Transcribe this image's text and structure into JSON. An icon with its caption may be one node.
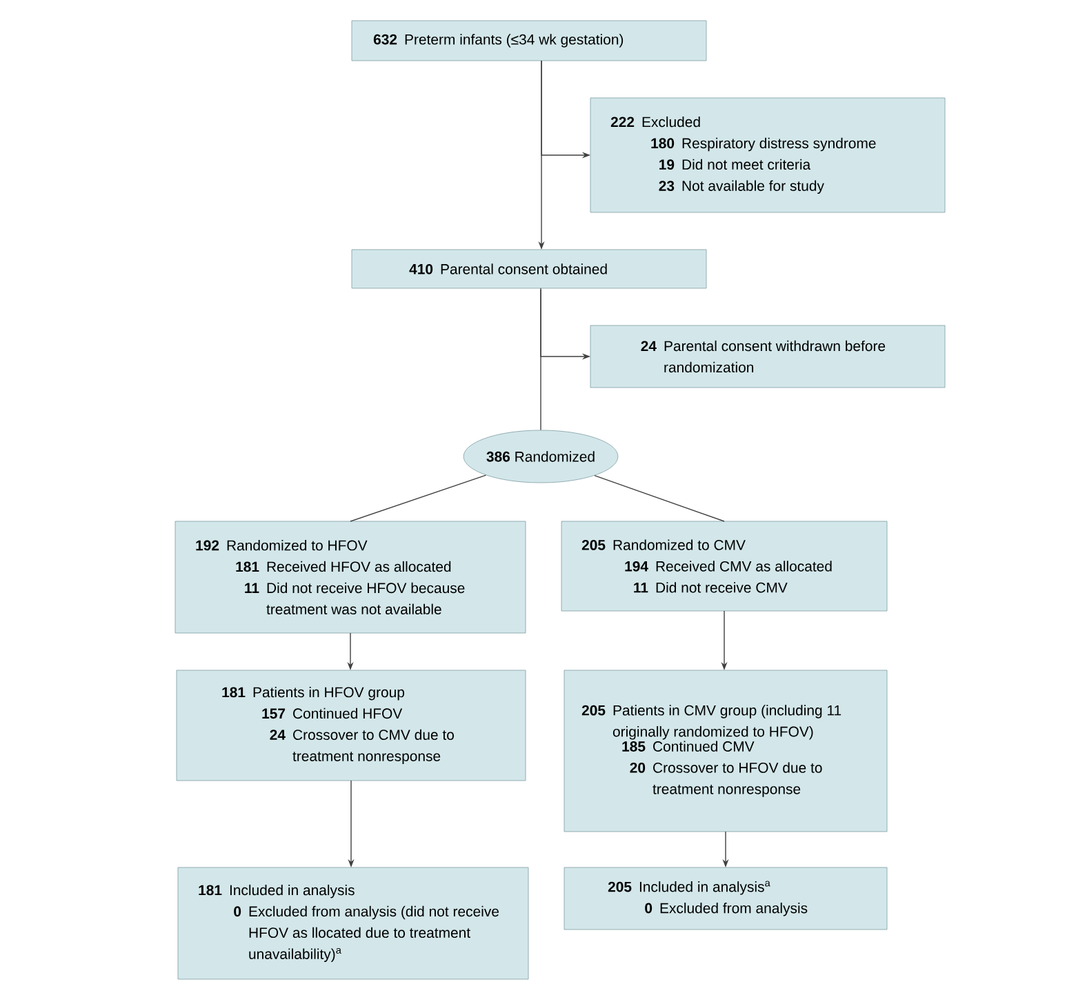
{
  "diagram": {
    "nodes": [
      {
        "text": [
          "632",
          "Preterm infants (≤34 wk gestation)"
        ]
      },
      {
        "text": [
          "222",
          "Excluded",
          "180",
          "Respiratory distress syndrome",
          "19",
          "Did not meet criteria",
          "23",
          "Not available for study"
        ]
      },
      {
        "text": [
          "410",
          "Parental consent obtained"
        ]
      },
      {
        "text": [
          "24",
          "Parental consent withdrawn before randomization"
        ]
      },
      {
        "text": [
          "386",
          "Randomized"
        ]
      },
      {
        "text": [
          "192",
          "Randomized to HFOV",
          "181",
          "Received HFOV as allocated",
          "11",
          "Did not receive HFOV because treatment was not available"
        ]
      },
      {
        "text": [
          "205",
          "Randomized to CMV",
          "194",
          "Received CMV as allocated",
          "11",
          "Did not receive CMV"
        ]
      },
      {
        "text": [
          "181",
          "Patients in HFOV group",
          "157",
          "Continued HFOV",
          "24",
          "Crossover to CMV due to treatment nonresponse"
        ]
      },
      {
        "text": [
          "205",
          "Patients in CMV group (including 11 originally randomized to HFOV)",
          "185",
          "Continued CMV",
          "20",
          "Crossover to HFOV due to treatment nonresponse"
        ]
      },
      {
        "text": [
          "181",
          "Included in analysis",
          "0",
          "Excluded from analysis (did not receive HFOV as llocated due to treatment unavailability)$^{a}$"
        ]
      },
      {
        "text": [
          "205",
          "Included in analysis$^{a}$",
          "0",
          "Excluded from analysis"
        ]
      }
    ],
    "edges": [
      {
        "from": 0,
        "to": 2,
        "arrow": "to"
      },
      {
        "from": 0,
        "to": 1,
        "arrow": "to"
      },
      {
        "from": 2,
        "to": 4,
        "arrow": "none"
      },
      {
        "from": 2,
        "to": 3,
        "arrow": "to"
      },
      {
        "from": 4,
        "to": 5,
        "arrow": "none"
      },
      {
        "from": 4,
        "to": 6,
        "arrow": "none"
      },
      {
        "from": 5,
        "to": 7,
        "arrow": "to"
      },
      {
        "from": 6,
        "to": 8,
        "arrow": "to"
      },
      {
        "from": 7,
        "to": 9,
        "arrow": "to"
      },
      {
        "from": 8,
        "to": 10,
        "arrow": "to"
      }
    ]
  }
}
